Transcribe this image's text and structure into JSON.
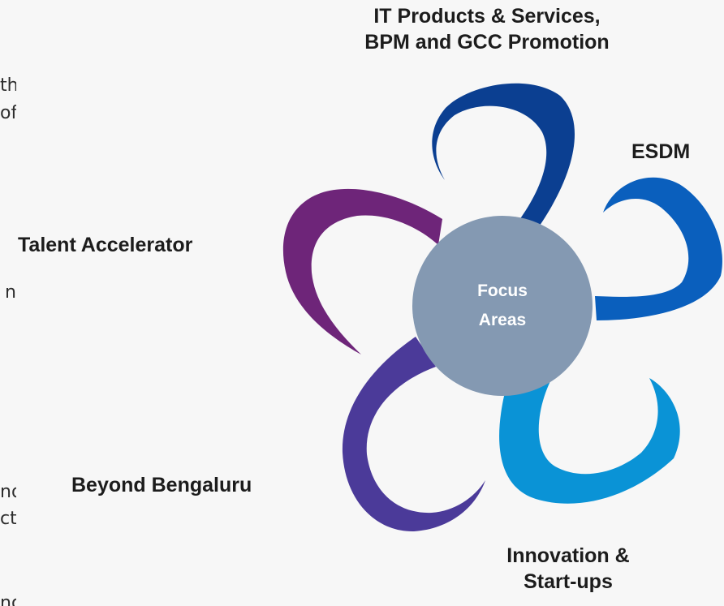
{
  "hub": {
    "line1": "Focus",
    "line2": "Areas",
    "color": "#8499b2"
  },
  "areas": [
    {
      "key": "it",
      "lines": [
        "IT Products & Services,",
        "BPM and GCC Promotion"
      ],
      "color": "#0b3f91"
    },
    {
      "key": "esdm",
      "lines": [
        "ESDM"
      ],
      "color": "#0a5fbd"
    },
    {
      "key": "innovation",
      "lines": [
        "Innovation &",
        "Start-ups"
      ],
      "color": "#0a93d6"
    },
    {
      "key": "beyond",
      "lines": [
        "Beyond Bengaluru"
      ],
      "color": "#4b3a99"
    },
    {
      "key": "talent",
      "lines": [
        "Talent Accelerator"
      ],
      "color": "#6e2579"
    }
  ],
  "left_fragments": [
    "th",
    "of",
    "n",
    "nd",
    "ct)",
    "ng"
  ]
}
